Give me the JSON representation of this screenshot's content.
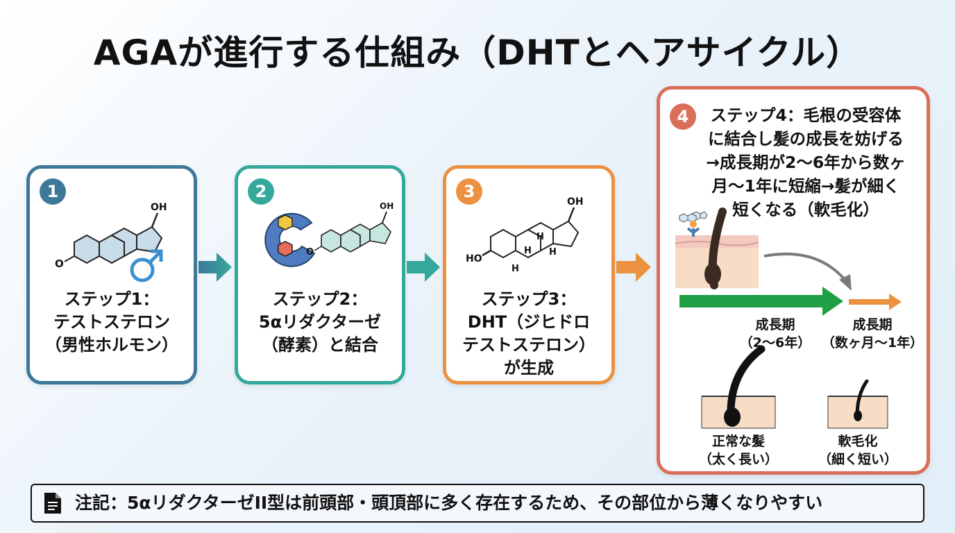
{
  "title": "AGAが進行する仕組み（DHTとヘアサイクル）",
  "colors": {
    "step1": "#3e7899",
    "step2": "#35a89c",
    "step3": "#ec9140",
    "step4": "#db6e58",
    "growth_normal": "#1fa046",
    "growth_short": "#ec9140"
  },
  "steps": [
    {
      "number": "1",
      "lines": [
        "ステップ1：",
        "テストステロン",
        "（男性ホルモン）"
      ],
      "molecule": {
        "hydroxyl": "OH",
        "ketone": "O"
      },
      "icon": "male-symbol-icon"
    },
    {
      "number": "2",
      "lines": [
        "ステップ2：",
        "5αリダクターゼ",
        "（酵素）と結合"
      ],
      "molecule": {
        "hydroxyl": "OH",
        "ketone": "O"
      },
      "icon": "enzyme-icon"
    },
    {
      "number": "3",
      "lines": [
        "ステップ3：",
        "DHT（ジヒドロ",
        "テストステロン）",
        "が生成"
      ],
      "molecule": {
        "hydroxyl": "OH",
        "hydroxyl_left": "HO",
        "hydrogen": "H"
      }
    },
    {
      "number": "4",
      "lines": [
        "ステップ4：毛根の受容体",
        "に結合し髪の成長を妨げる",
        "→成長期が2〜6年から数ヶ",
        "月〜1年に短縮→髪が細く",
        "短くなる（軟毛化）"
      ]
    }
  ],
  "growth": {
    "normal": {
      "lines": [
        "成長期",
        "（2〜6年）"
      ]
    },
    "short": {
      "lines": [
        "成長期",
        "（数ヶ月〜1年）"
      ]
    }
  },
  "hair": {
    "normal": {
      "lines": [
        "正常な髪",
        "（太く長い）"
      ]
    },
    "vellus": {
      "lines": [
        "軟毛化",
        "（細く短い）"
      ]
    }
  },
  "note": {
    "icon": "document-icon",
    "text": "注記：5αリダクターゼII型は前頭部・頭頂部に多く存在するため、その部位から薄くなりやすい"
  }
}
